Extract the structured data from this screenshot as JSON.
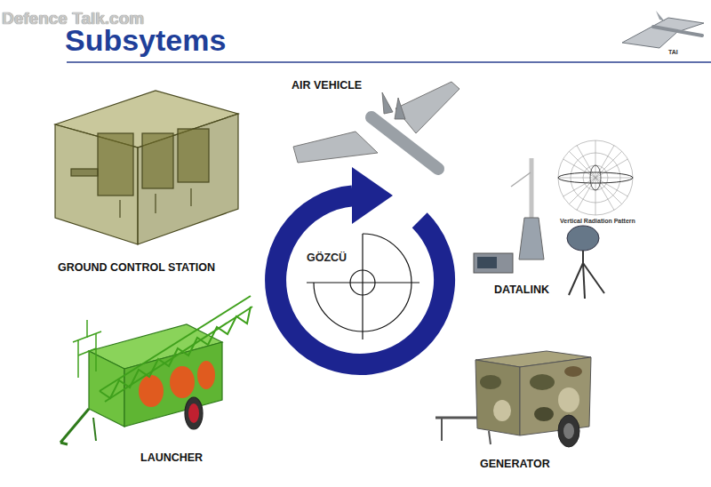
{
  "diagram": {
    "title": "Subsytems",
    "labels": [
      "Defence Talk.com",
      "TAI",
      "AIR VEHICLE",
      "GROUND CONTROL STATION",
      "GÖZCÜ",
      "DATALINK",
      "Vertical Radiation Pattern",
      "LAUNCHER",
      "GENERATOR"
    ]
  }
}
